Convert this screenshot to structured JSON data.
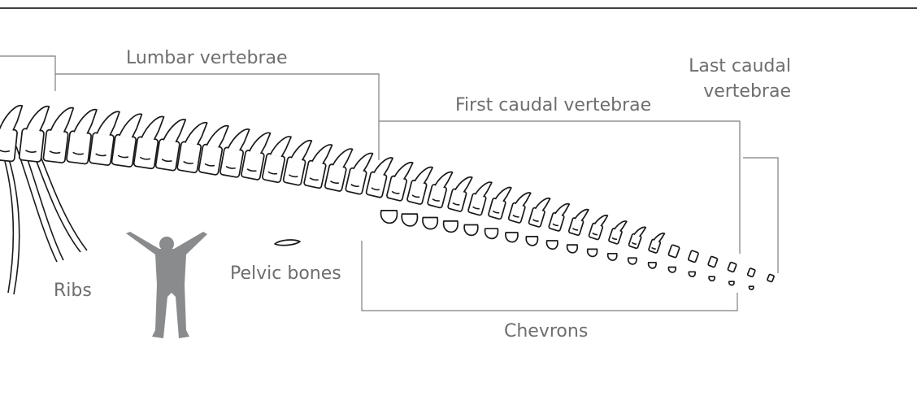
{
  "labels": {
    "lumbar": "Lumbar vertebrae",
    "first_caudal": "First caudal vertebrae",
    "last_caudal_line1": "Last caudal",
    "last_caudal_line2": "vertebrae",
    "ribs": "Ribs",
    "pelvic": "Pelvic bones",
    "chevrons": "Chevrons"
  },
  "colors": {
    "label": "#6d6e70",
    "bracket": "#7d7e80",
    "outline": "#1a1a1a",
    "human_silhouette": "#8a8b8d",
    "frame_line": "#000000"
  },
  "icons": {
    "human": "human-silhouette-icon"
  }
}
